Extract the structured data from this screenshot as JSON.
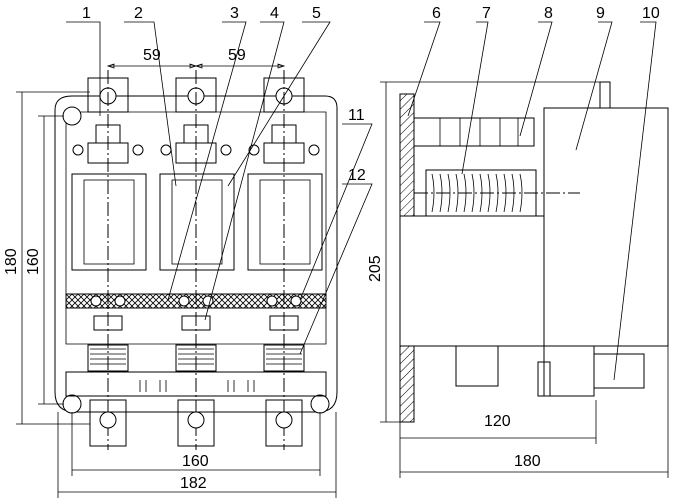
{
  "callouts": [
    "1",
    "2",
    "3",
    "4",
    "5",
    "6",
    "7",
    "8",
    "9",
    "10",
    "11",
    "12"
  ],
  "front_view": {
    "dims": {
      "pole_pitch_left": "59",
      "pole_pitch_right": "59",
      "overall_height": "180",
      "mount_height": "160",
      "mount_width": "160",
      "overall_width": "182"
    }
  },
  "side_view": {
    "dims": {
      "height": "205",
      "depth_inner": "120",
      "depth_overall": "180"
    }
  }
}
